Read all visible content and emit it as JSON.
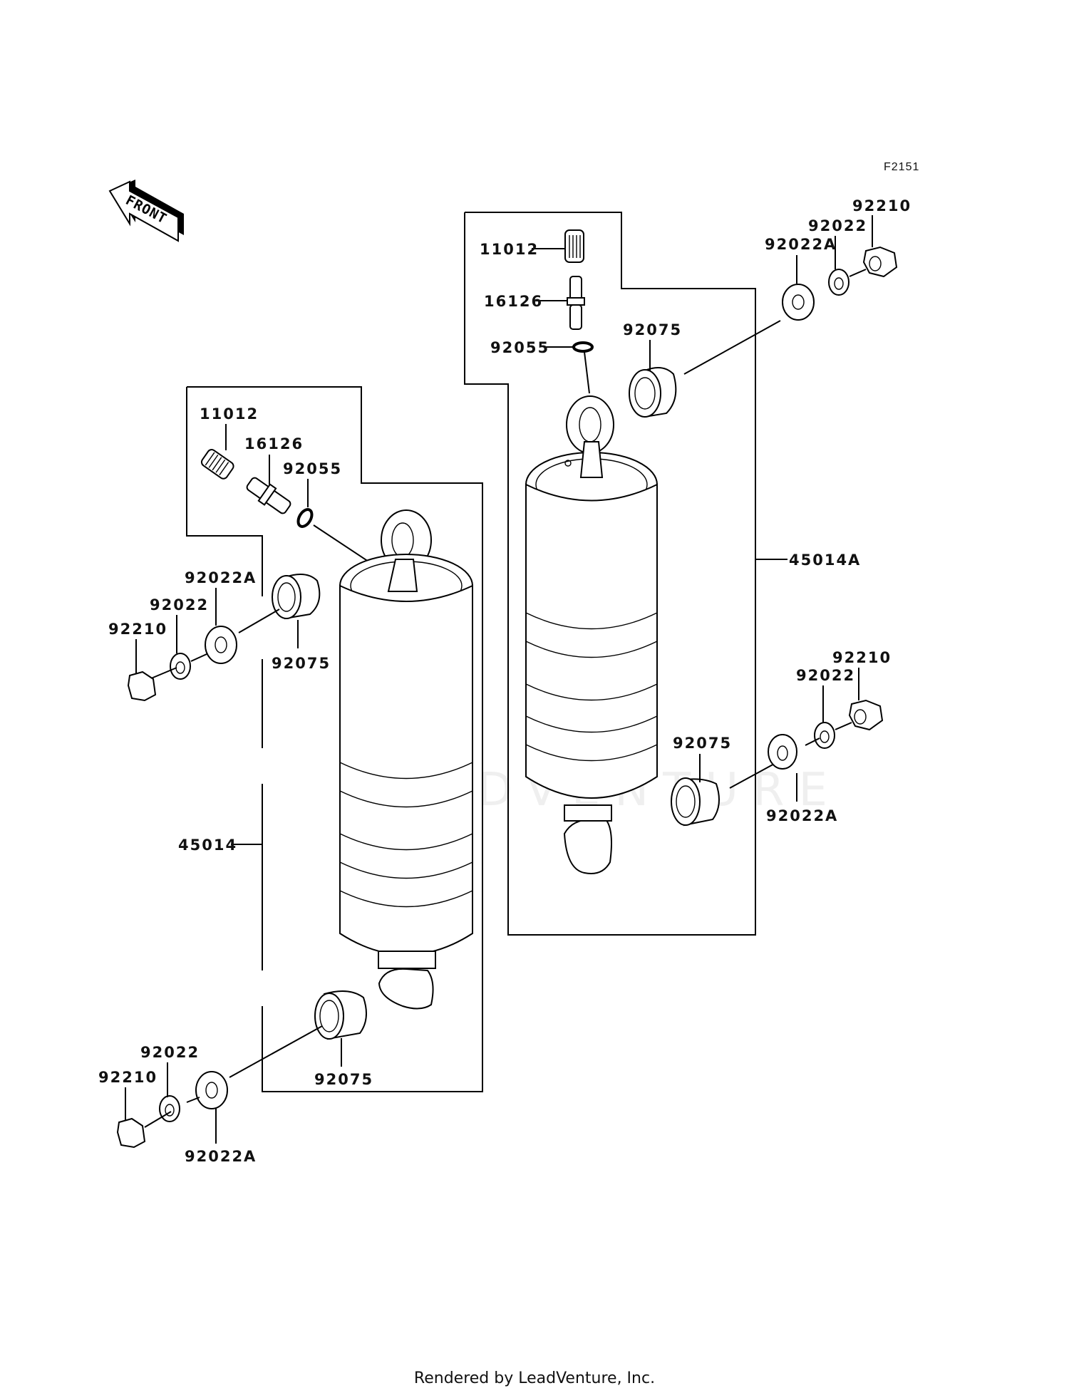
{
  "figure_code": "F2151",
  "front_arrow_label": "FRONT",
  "watermark": "LEADVENTURE",
  "footer": "Rendered by LeadVenture, Inc.",
  "assemblies": [
    {
      "id": "left-shock",
      "assembly_number": "45014",
      "parts": {
        "cap": "11012",
        "valve": "16126",
        "o_ring": "92055",
        "upper_collar": "92075",
        "upper_washer_large": "92022A",
        "upper_washer_small": "92022",
        "upper_nut": "92210",
        "lower_collar": "92075",
        "lower_washer_large": "92022A",
        "lower_washer_small": "92022",
        "lower_nut": "92210"
      }
    },
    {
      "id": "right-shock",
      "assembly_number": "45014A",
      "parts": {
        "cap": "11012",
        "valve": "16126",
        "o_ring": "92055",
        "upper_collar": "92075",
        "upper_washer_large": "92022A",
        "upper_washer_small": "92022",
        "upper_nut": "92210",
        "lower_collar": "92075",
        "lower_washer_large": "92022A",
        "lower_washer_small": "92022",
        "lower_nut": "92210"
      }
    }
  ]
}
